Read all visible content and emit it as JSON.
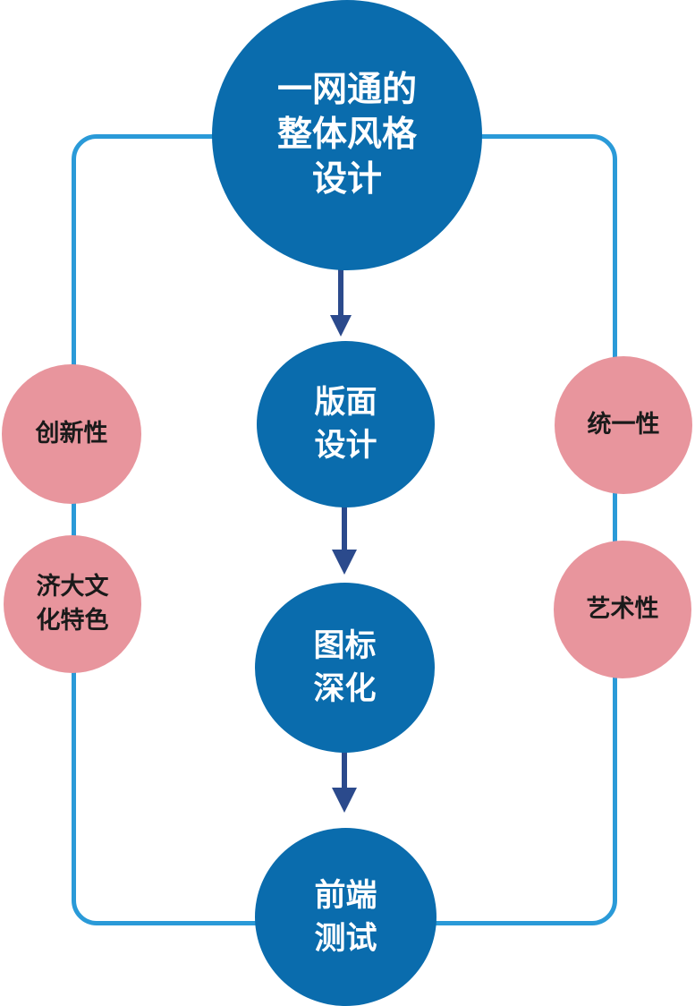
{
  "diagram": {
    "main_node": {
      "label": "一网通的\n整体风格\n设计"
    },
    "steps": [
      {
        "label": "版面\n设计"
      },
      {
        "label": "图标\n深化"
      },
      {
        "label": "前端\n测试"
      }
    ],
    "left_nodes": [
      {
        "label": "创新性"
      },
      {
        "label": "济大文\n化特色"
      }
    ],
    "right_nodes": [
      {
        "label": "统一性"
      },
      {
        "label": "艺术性"
      }
    ]
  },
  "colors": {
    "primary_blue": "#0a6cad",
    "frame_blue": "#2a9ad8",
    "accent_pink": "#e8959d",
    "arrow": "#2b4a8c"
  }
}
